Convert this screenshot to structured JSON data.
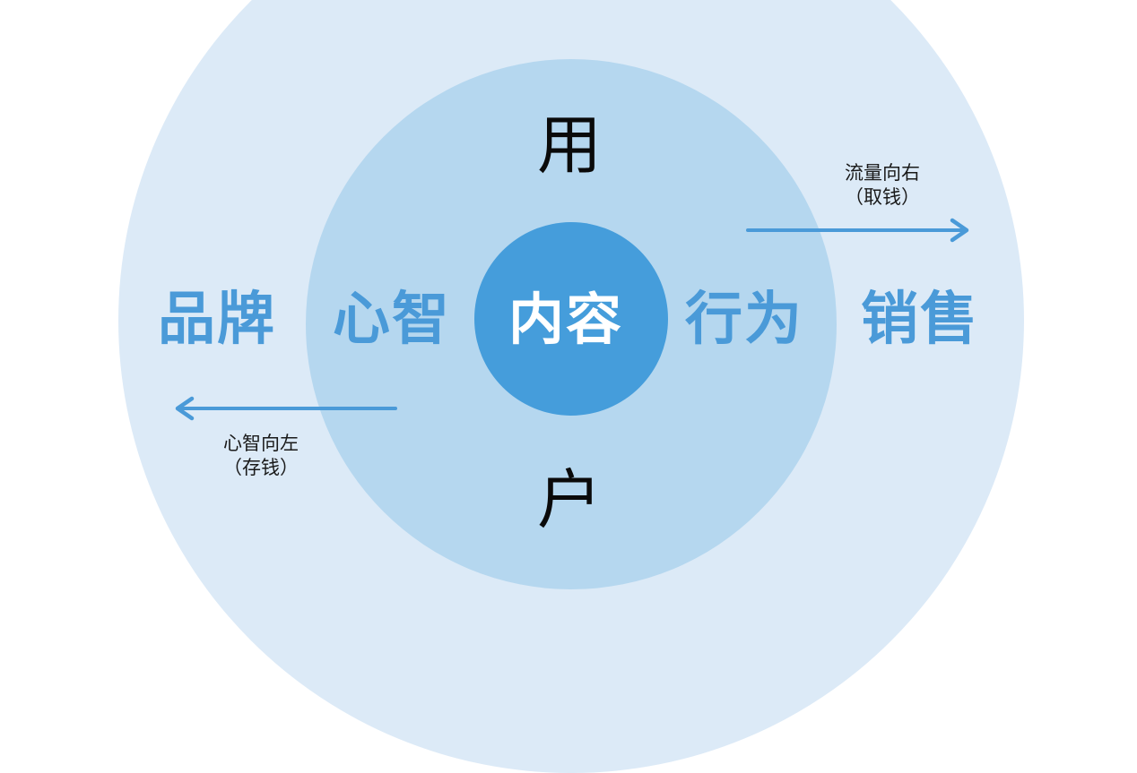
{
  "colors": {
    "background": "#ffffff",
    "outer_ring": "#dceaf7",
    "middle_ring": "#b5d7ef",
    "core": "#459ddb",
    "accent_text": "#4a9ad8",
    "arrow": "#4a9ad8",
    "dark_text": "#0a0a0a",
    "core_text": "#ffffff"
  },
  "diagram": {
    "core": {
      "label": "内容"
    },
    "middle_ring": {
      "top_label": "用",
      "bottom_label": "户",
      "left_label": "心智",
      "right_label": "行为"
    },
    "outer_ring": {
      "left_label": "品牌",
      "right_label": "销售"
    },
    "arrows": {
      "right": {
        "direction": "right",
        "line1": "流量向右",
        "line2": "（取钱）"
      },
      "left": {
        "direction": "left",
        "line1": "心智向左",
        "line2": "（存钱）"
      }
    }
  }
}
